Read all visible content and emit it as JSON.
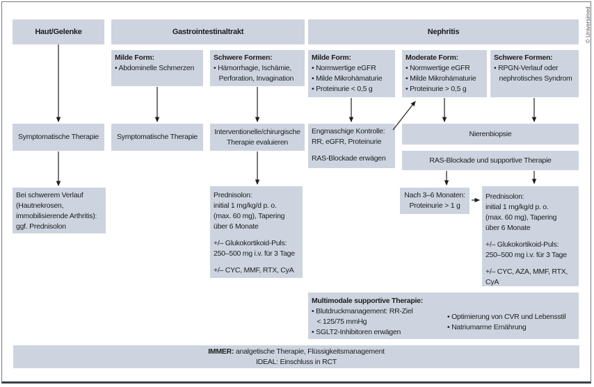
{
  "copyright": "© Universimed",
  "headers": {
    "skin": "Haut/Gelenke",
    "gi": "Gastrointestinaltrakt",
    "nephritis": "Nephritis"
  },
  "boxes": {
    "gi_mild": {
      "title": "Milde Form:",
      "item": "• Abdominelle Schmerzen"
    },
    "gi_severe": {
      "title": "Schwere Formen:",
      "item_line1": "• Hämorrhagie, Ischämie,",
      "item_line2": "Perforation, Invagination"
    },
    "neph_mild": {
      "title": "Milde Form:",
      "items": [
        "• Normwertige eGFR",
        "• Milde Mikrohämaturie",
        "• Proteinurie < 0,5 g"
      ]
    },
    "neph_moderate": {
      "title": "Moderate Form:",
      "items": [
        "• Normwertige eGFR",
        "• Milde Mikrohämaturie",
        "• Proteinurie > 0,5 g"
      ]
    },
    "neph_severe": {
      "title": "Schwere Formen:",
      "item_line1": "• RPGN-Verlauf oder",
      "item_line2": "nephrotisches Syndrom"
    },
    "sympt_skin": "Symptomatische Therapie",
    "sympt_gi": "Symptomatische Therapie",
    "interventional": {
      "line1": "Interventionelle/chirurgische",
      "line2": "Therapie evaluieren"
    },
    "monitoring": {
      "line1": "Engmaschige Kontrolle:",
      "line2": "RR, eGFR, Proteinurie",
      "line3": "RAS-Blockade erwägen"
    },
    "biopsy": "Nierenbiopsie",
    "ras_supportive": "RAS-Blockade und supportive Therapie",
    "severe_course": {
      "line1": "Bei schwerem Verlauf",
      "line2": "(Hautnekrosen,",
      "line3": "immobilisierende Arthritis):",
      "line4": "ggf. Prednisolon"
    },
    "prednisolone_gi": {
      "p1": [
        "Prednisolon:",
        "initial 1 mg/kg/d p. o.",
        "(max. 60 mg), Tapering",
        "über 6 Monate"
      ],
      "p2": [
        "+/– Glukokortikoid-Puls:",
        "250–500 mg i.v. für 3 Tage"
      ],
      "p3": [
        "+/– CYC, MMF, RTX, CyA"
      ]
    },
    "after_months": {
      "line1": "Nach 3–6 Monaten:",
      "line2": "Proteinurie > 1 g"
    },
    "prednisolone_neph": {
      "p1": [
        "Prednisolon:",
        "initial 1 mg/kg/d p. o.",
        "(max. 60 mg), Tapering",
        "über 6 Monate"
      ],
      "p2": [
        "+/– Glukokortikoid-Puls:",
        "250–500 mg i.v. für 3 Tage"
      ],
      "p3": [
        "+/– CYC, AZA, MMF, RTX, CyA"
      ]
    },
    "multimodal": {
      "title": "Multimodale supportive Therapie:",
      "left": [
        "• Blutdruckmanagement: RR-Ziel",
        "< 125/75 mmHg",
        "• SGLT2-Inhibitoren erwägen"
      ],
      "right": [
        "• Optimierung von CVR und Lebensstil",
        "• Natriumarme Ernährung"
      ]
    },
    "always": {
      "bold": "IMMER:",
      "rest": " analgetische Therapie, Flüssigkeitsmanagement",
      "line2": "IDEAL: Einschluss in RCT"
    }
  },
  "colors": {
    "box_bg": "#cdd4e0",
    "text": "#1d1d1b",
    "frame": "#70757c"
  }
}
